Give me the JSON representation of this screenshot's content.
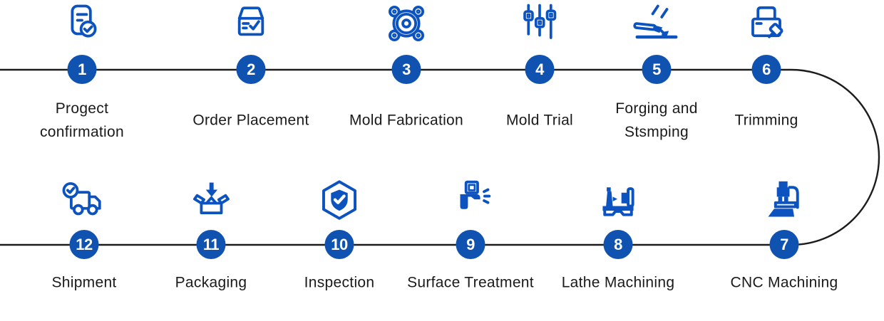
{
  "diagram": {
    "type": "process-flow",
    "colors": {
      "icon_blue": "#0c53c0",
      "node_blue": "#0f52b0",
      "line_black": "#1c1c1c",
      "text": "#1a1a1a",
      "background": "#ffffff"
    },
    "steps": [
      {
        "number": "1",
        "label": "Progect confirmation",
        "icon": "document-check-icon"
      },
      {
        "number": "2",
        "label": "Order Placement",
        "icon": "order-box-icon"
      },
      {
        "number": "3",
        "label": "Mold Fabrication",
        "icon": "mold-plate-icon"
      },
      {
        "number": "4",
        "label": "Mold Trial",
        "icon": "sliders-icon"
      },
      {
        "number": "5",
        "label": "Forging and Stsmping",
        "icon": "forging-torch-icon"
      },
      {
        "number": "6",
        "label": "Trimming",
        "icon": "trimming-press-icon"
      },
      {
        "number": "7",
        "label": "CNC Machining",
        "icon": "cnc-machine-icon"
      },
      {
        "number": "8",
        "label": "Lathe Machining",
        "icon": "lathe-machine-icon"
      },
      {
        "number": "9",
        "label": "Surface Treatment",
        "icon": "spray-gun-icon"
      },
      {
        "number": "10",
        "label": "Inspection",
        "icon": "shield-check-hexagon-icon"
      },
      {
        "number": "11",
        "label": "Packaging",
        "icon": "packaging-box-icon"
      },
      {
        "number": "12",
        "label": "Shipment",
        "icon": "delivery-truck-icon"
      }
    ]
  }
}
